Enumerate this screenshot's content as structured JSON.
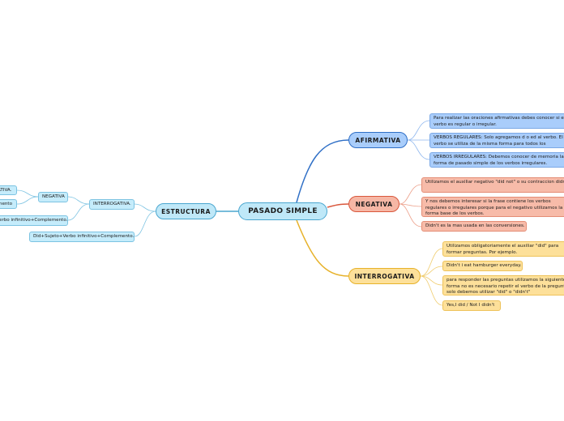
{
  "central": {
    "label": "PASADO SIMPLE"
  },
  "branches": {
    "afirmativa": {
      "label": "AFIRMATIVA",
      "leaves": [
        "Para realizar las oraciones afirmativas debes conocer si el verbo es regular o irregular.",
        "VERBOS REGULARES: Solo agregamos d o ed al verbo. El verbo se utiliza de la misma forma para todos los pronombres.",
        "VERBOS IRREGULARES: Debemos conocer de memoria la forma de pasado simple de los verbos irregulares."
      ]
    },
    "negativa": {
      "label": "NEGATIVA",
      "leaves": [
        "Utilizamos el auxiliar negativo \"did not\" o su contraccion didn't.",
        "Y nos debemos interesar si la frase contiene los verbos regulares o irregulares porque para el negativo utilizamos la forma base de los verbos.",
        "Didn't es la mas usada en las conversiones."
      ]
    },
    "interrogativa": {
      "label": "INTERROGATIVA",
      "leaves": [
        "Utilizamos obligatoriamente el auxiliar \"did\" para formar preguntas. Por ejemplo.",
        "Didn't i eat hamburger everyday.",
        "para responder las preguntas utilizamos la siguiente forma no es necesario repetir el verbo de la pregunta solo debemos utilizar \"did\" o \"didn't\"",
        "Yes,I did  / Not I didn't"
      ]
    },
    "estructura": {
      "label": "ESTRUCTURA",
      "interrogativa_node": "INTERROGATIVA.",
      "negativa_node": "NEGATIVA",
      "negativa_children": [
        "ATIVA.",
        "mento"
      ],
      "sub_leaves": [
        "erbo infinitivo+Complemento.",
        "Did+Sujeto+Verbo infinitivo+Complemento."
      ]
    }
  },
  "colors": {
    "afirmativa": "#2f6fc6",
    "negativa": "#d9573c",
    "interrogativa": "#e7b22a",
    "estructura": "#4aa6cf"
  }
}
